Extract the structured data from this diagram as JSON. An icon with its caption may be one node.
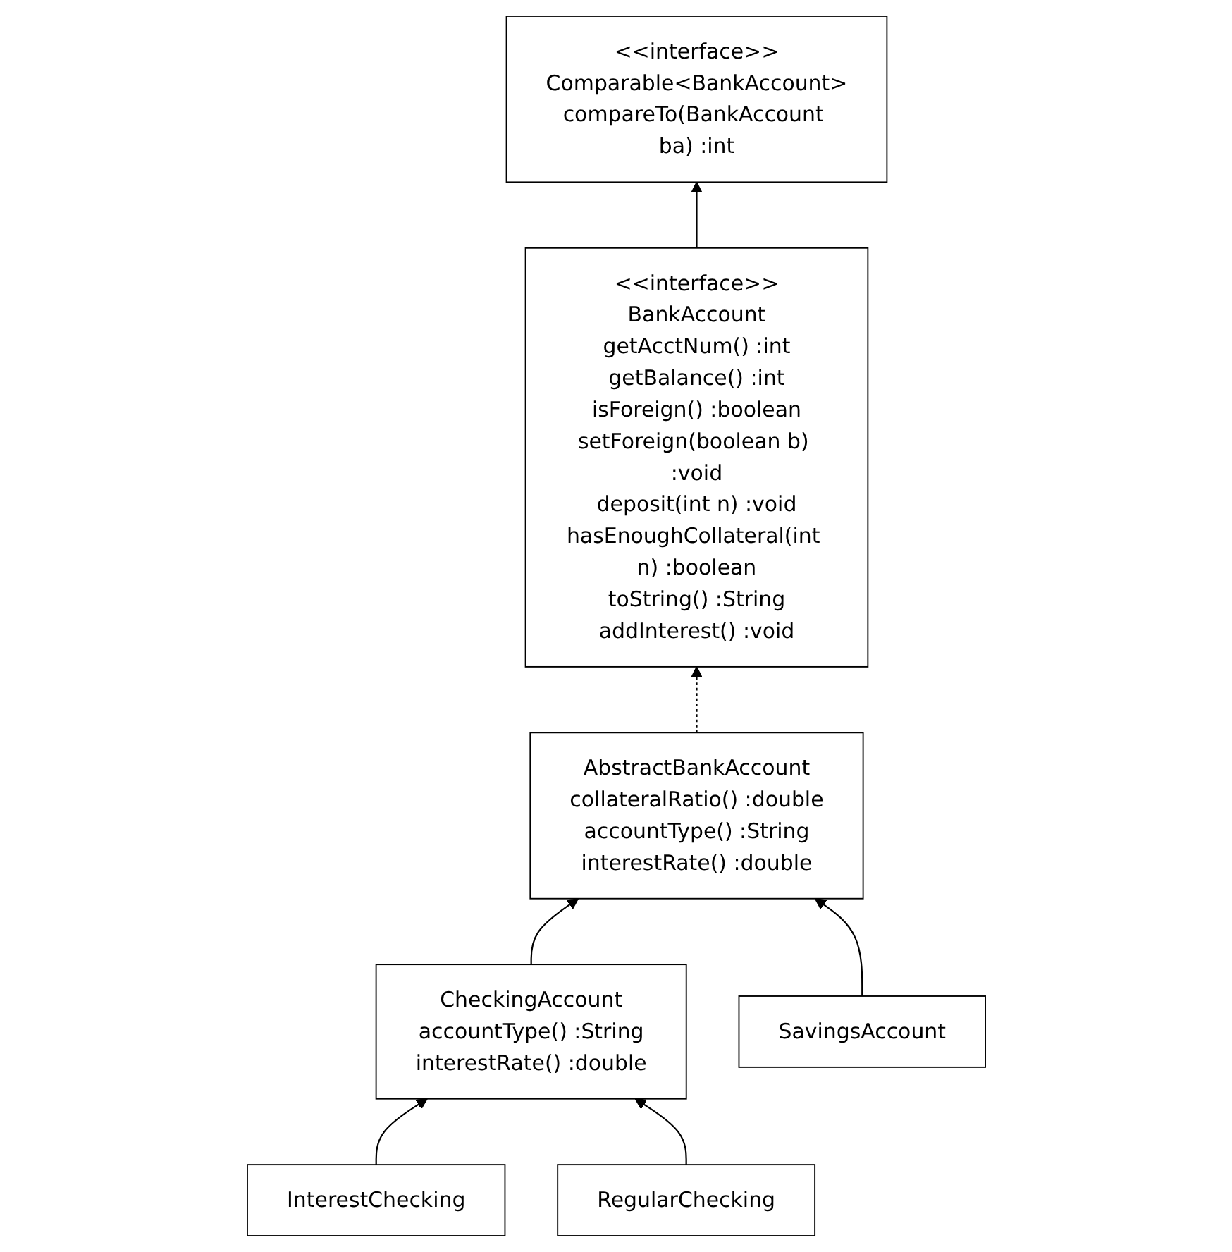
{
  "diagram": {
    "nodes": [
      {
        "text": [
          "<<interface>>",
          "Comparable<BankAccount>",
          "compareTo(BankAccount ba) :int"
        ]
      },
      {
        "text": [
          "<<interface>>",
          "BankAccount",
          "getAcctNum() :int",
          "getBalance() :int",
          "isForeign() :boolean",
          "setForeign(boolean b) :void",
          "deposit(int n) :void",
          "hasEnoughCollateral(int n) :boolean",
          "toString() :String",
          "addInterest() :void"
        ]
      },
      {
        "text": [
          "AbstractBankAccount",
          "collateralRatio() :double",
          "accountType() :String",
          "interestRate() :double"
        ]
      },
      {
        "text": [
          "CheckingAccount",
          "accountType() :String",
          "interestRate() :double"
        ]
      },
      {
        "text": [
          "SavingsAccount"
        ]
      },
      {
        "text": [
          "InterestChecking"
        ]
      },
      {
        "text": [
          "RegularChecking"
        ]
      }
    ],
    "edges": [
      {
        "from": 1,
        "to": 0,
        "arrow": "to"
      },
      {
        "from": 2,
        "to": 1,
        "arrow": "to",
        "style": "dashed"
      },
      {
        "from": 3,
        "to": 2,
        "arrow": "to"
      },
      {
        "from": 4,
        "to": 2,
        "arrow": "to"
      },
      {
        "from": 5,
        "to": 3,
        "arrow": "to"
      },
      {
        "from": 6,
        "to": 3,
        "arrow": "to"
      }
    ]
  }
}
